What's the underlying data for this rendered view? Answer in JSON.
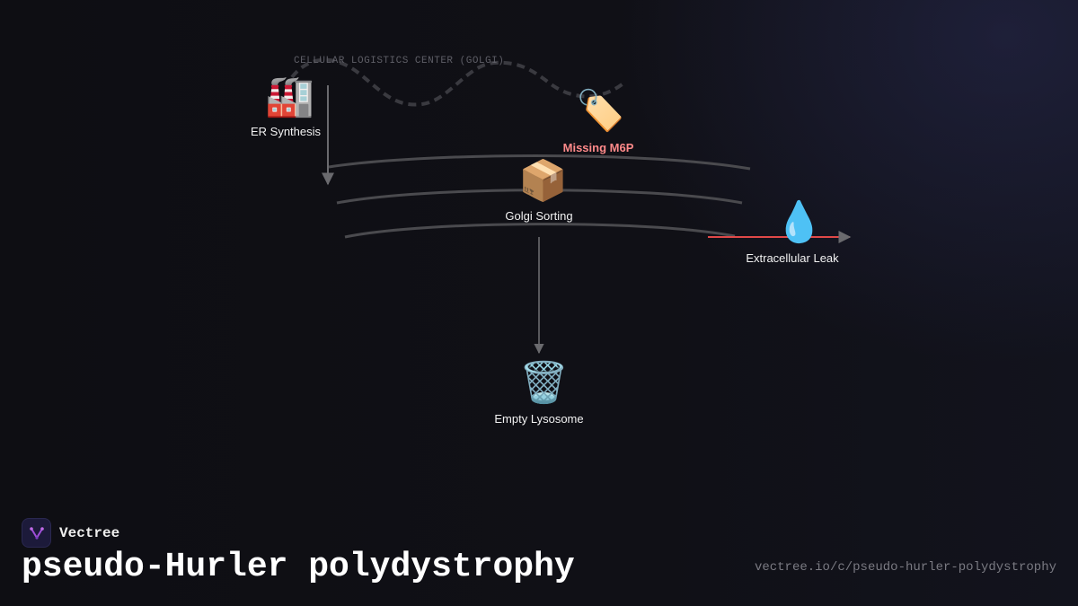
{
  "diagram": {
    "region_title": "CELLULAR LOGISTICS CENTER (GOLGI)",
    "nodes": {
      "er": {
        "icon": "factory-icon",
        "glyph": "🏭",
        "label": "ER Synthesis"
      },
      "tag": {
        "icon": "tag-icon",
        "glyph": "🏷️",
        "label": "Missing M6P"
      },
      "golgi": {
        "icon": "package-icon",
        "glyph": "📦",
        "label": "Golgi Sorting"
      },
      "leak": {
        "icon": "droplet-icon",
        "glyph": "💧",
        "label": "Extracellular Leak"
      },
      "lysosome": {
        "icon": "wastebasket-icon",
        "glyph": "🗑️",
        "label": "Empty Lysosome"
      }
    },
    "colors": {
      "alert": "#ff8a8a",
      "leak_arrow": "#e04848",
      "connector": "#6a6a6e",
      "membrane": "#4a4a4e"
    }
  },
  "footer": {
    "brand_name": "Vectree",
    "title": "pseudo-Hurler polydystrophy",
    "url": "vectree.io/c/pseudo-hurler-polydystrophy"
  }
}
